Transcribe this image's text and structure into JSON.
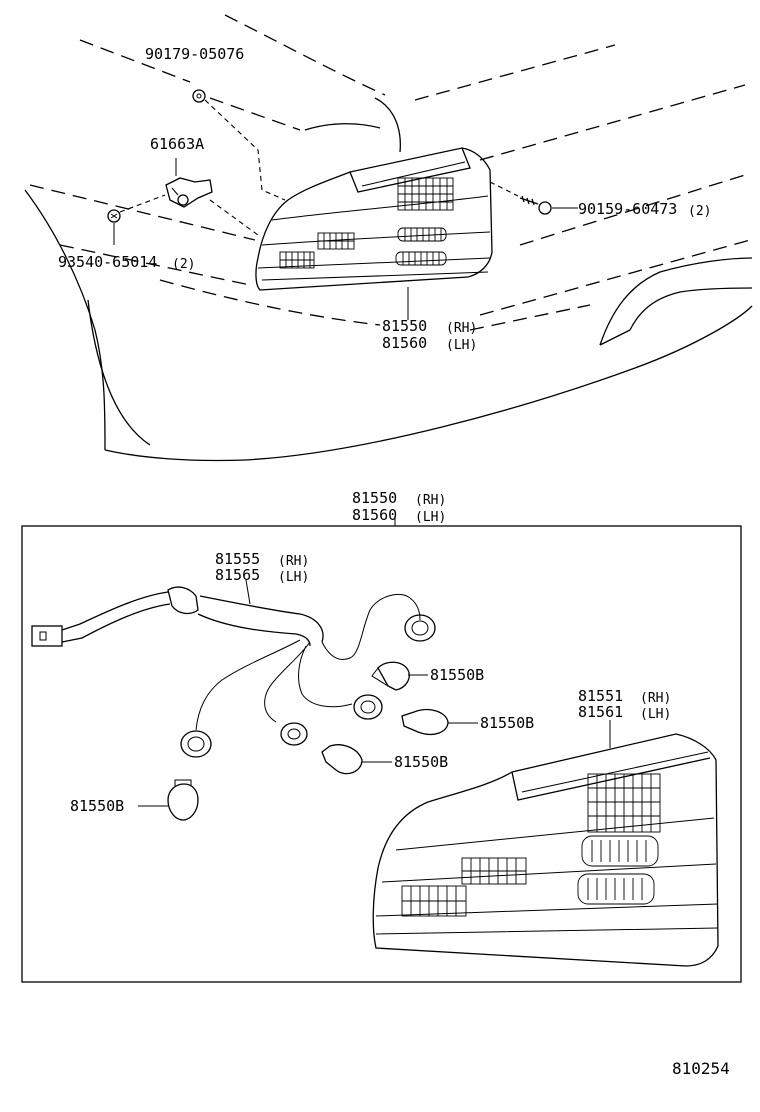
{
  "labels": {
    "nut": "90179-05076",
    "socket": "61663A",
    "washer": "93540-65014",
    "washer_qty": "(2)",
    "screw": "90159-60473",
    "screw_qty": "(2)",
    "lamp_rh": "81550",
    "lamp_lh": "81560",
    "rh": "(RH)",
    "lh": "(LH)",
    "box_rh": "81550",
    "box_lh": "81560",
    "wire_rh": "81555",
    "wire_lh": "81565",
    "bulb_1": "81550B",
    "bulb_2": "81550B",
    "bulb_3": "81550B",
    "bulb_4": "81550B",
    "lens_rh": "81551",
    "lens_lh": "81561",
    "figure_number": "810254"
  }
}
